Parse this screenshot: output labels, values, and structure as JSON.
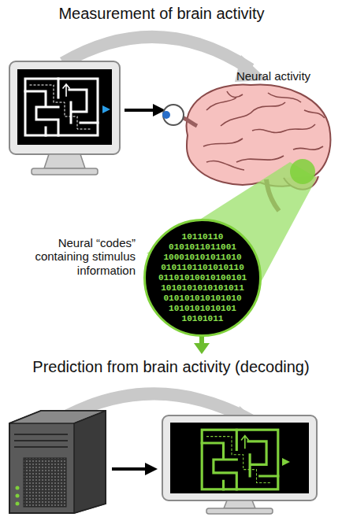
{
  "diagram": {
    "nodes": [
      {
        "text": [
          "10110110",
          "0101011011001",
          "100010101011010",
          "0101101101010110",
          "01101010010100101",
          "1010101010101011",
          "010101010101010",
          "1010101010101",
          "10101011"
        ]
      }
    ],
    "labels": [
      "Measurement of brain activity",
      "Neural activity",
      "Neural “codes” containing stimulus information",
      "Prediction from brain activity (decoding)"
    ]
  }
}
